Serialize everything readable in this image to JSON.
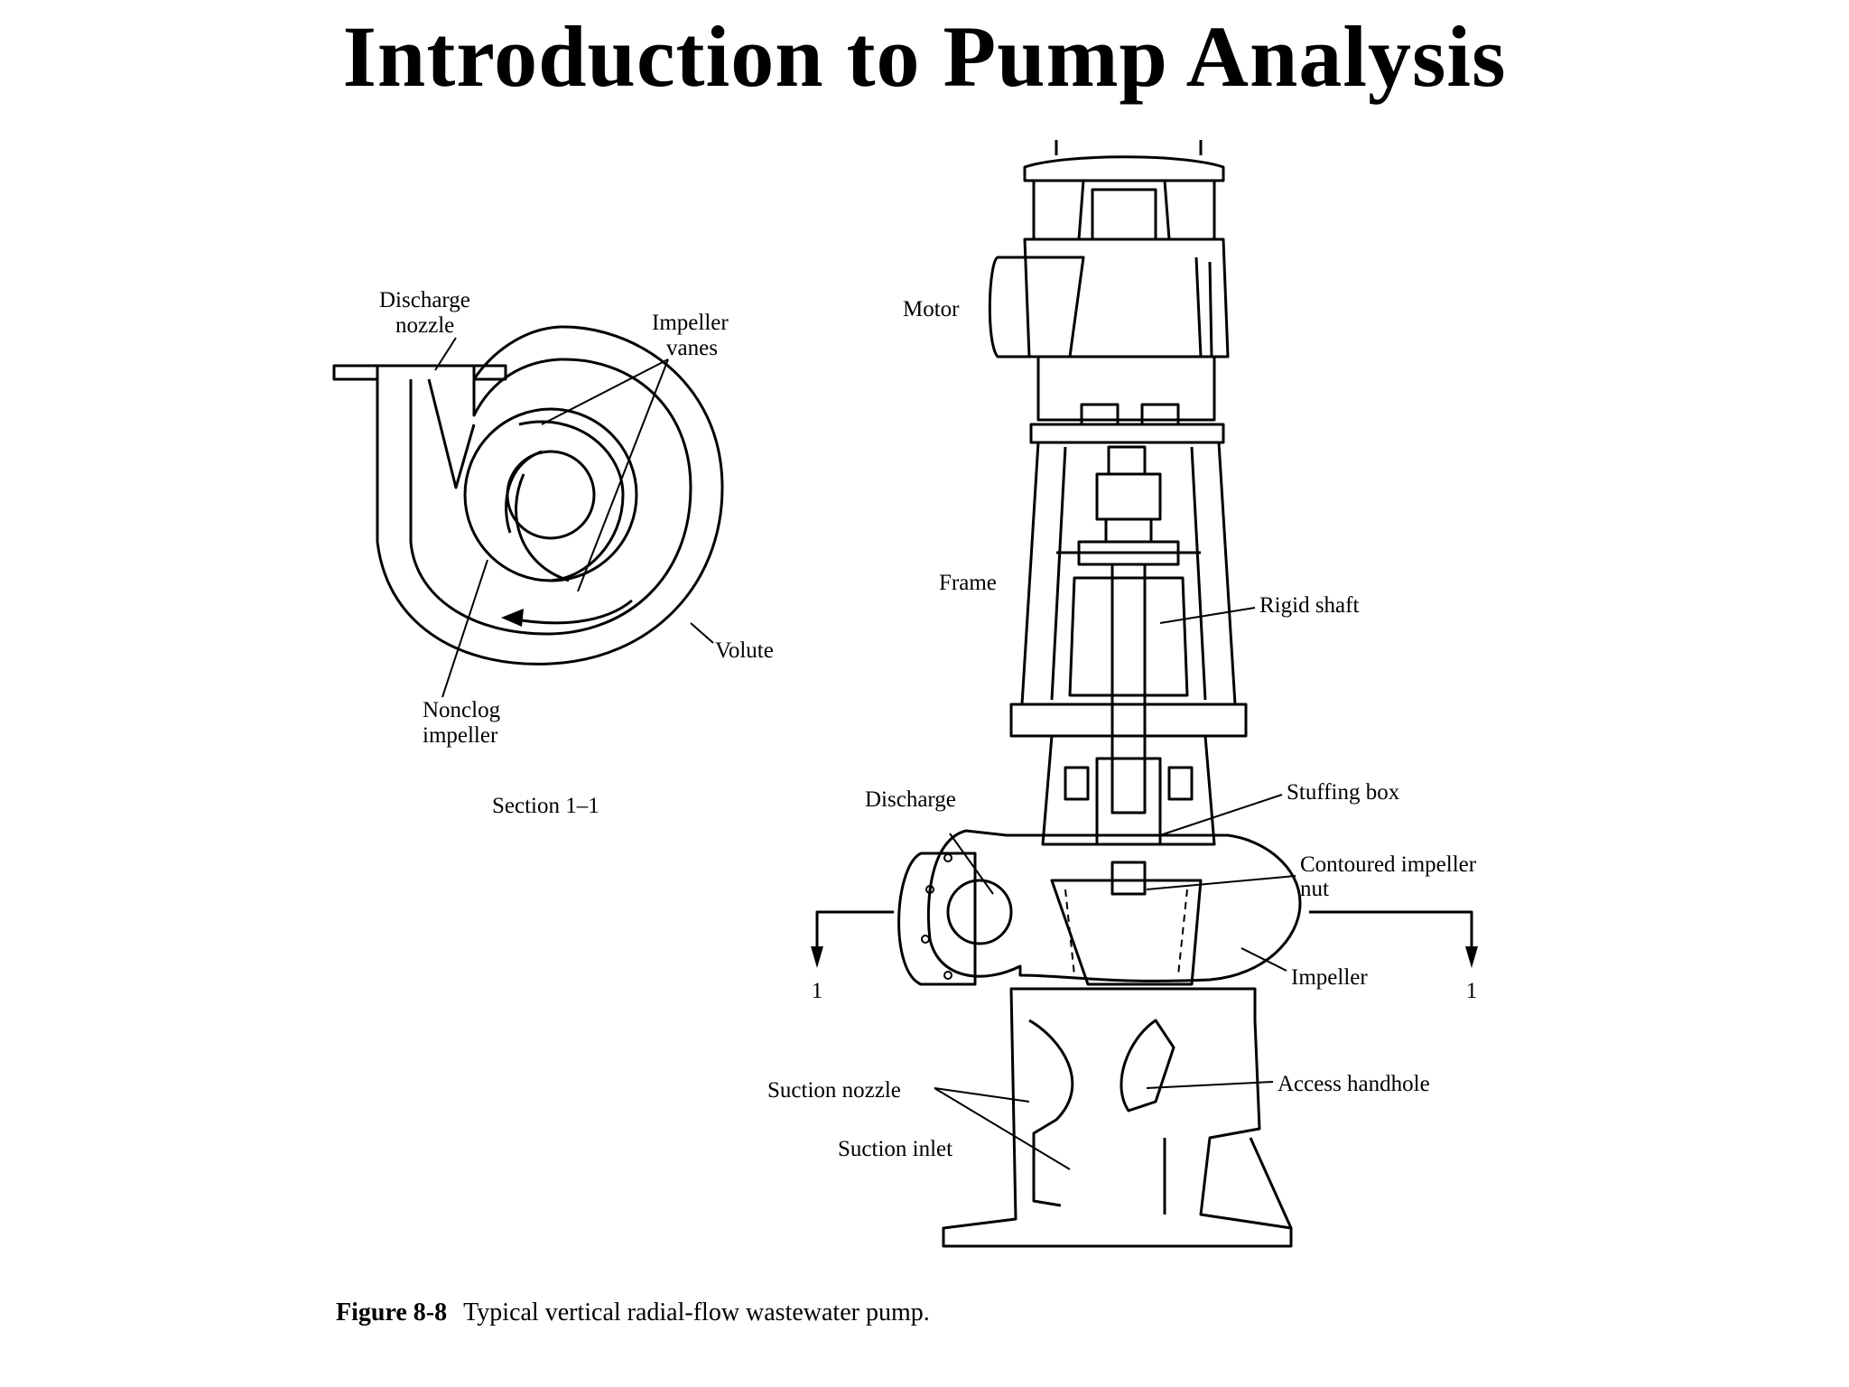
{
  "title": "Introduction to Pump Analysis",
  "section_view": {
    "labels": {
      "discharge_nozzle_1": "Discharge",
      "discharge_nozzle_2": "nozzle",
      "impeller_vanes_1": "Impeller",
      "impeller_vanes_2": "vanes",
      "volute": "Volute",
      "nonclog_1": "Nonclog",
      "nonclog_2": "impeller"
    },
    "section_caption": "Section 1–1"
  },
  "pump_view": {
    "labels": {
      "motor": "Motor",
      "frame": "Frame",
      "rigid_shaft": "Rigid shaft",
      "discharge": "Discharge",
      "stuffing_box": "Stuffing box",
      "contoured_1": "Contoured impeller",
      "contoured_2": "nut",
      "impeller": "Impeller",
      "suction_nozzle": "Suction nozzle",
      "access_handhole": "Access handhole",
      "suction_inlet": "Suction inlet",
      "section_mark_left": "1",
      "section_mark_right": "1"
    }
  },
  "caption": {
    "figure_number": "Figure 8-8",
    "text": "Typical vertical radial-flow wastewater pump."
  }
}
